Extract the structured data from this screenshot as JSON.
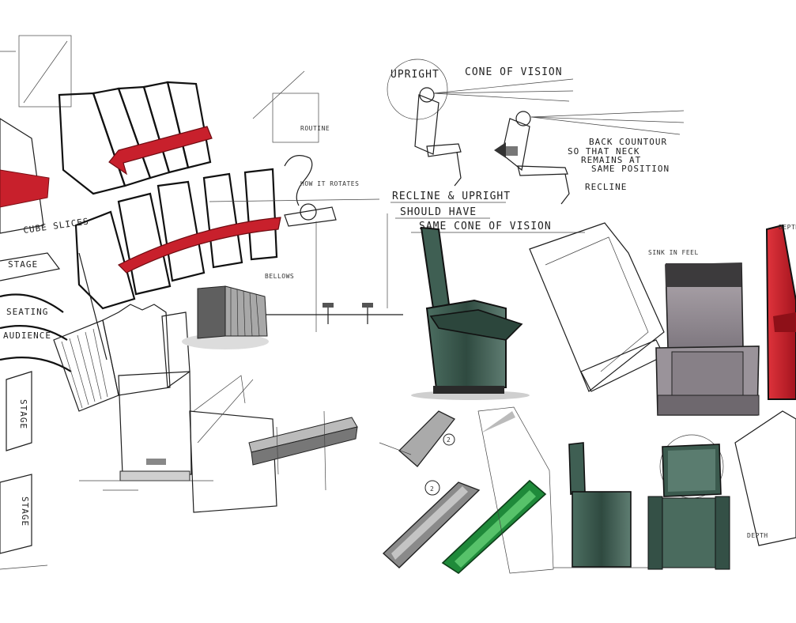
{
  "labels": {
    "upright": "UPRIGHT",
    "cone_of_vision": "CONE OF VISION",
    "back_contour_1": "BACK COUNTOUR",
    "back_contour_2": "SO THAT NECK",
    "back_contour_3": "REMAINS AT",
    "back_contour_4": "SAME POSITION",
    "recline": "RECLINE",
    "recline_upright_1": "RECLINE & UPRIGHT",
    "recline_upright_2": "SHOULD HAVE",
    "recline_upright_3": "SAME CONE OF VISION",
    "sink_in_feel": "SINK IN FEEL",
    "stage_1": "STAGE",
    "stage_2": "STAGE",
    "stage_3": "STAGE",
    "seating": "SEATING",
    "audience": "AUDIENCE",
    "cube_slices": "CUBE SLICES",
    "how_it_rotates": "HOW IT ROTATES",
    "routine": "ROUTINE",
    "bellows": "BELLOWS",
    "depth_label": "DEPTH",
    "number_2": "2"
  },
  "colors": {
    "paper": "#ffffff",
    "ink": "#1e1e1e",
    "red_marker": "#c8202c",
    "green_marker": "#3c5a4f",
    "bright_green": "#1f8a3a",
    "grey_marker": "#8a8a8a",
    "warm_grey": "#b8b0a4",
    "mauve_grey": "#9a939a"
  }
}
